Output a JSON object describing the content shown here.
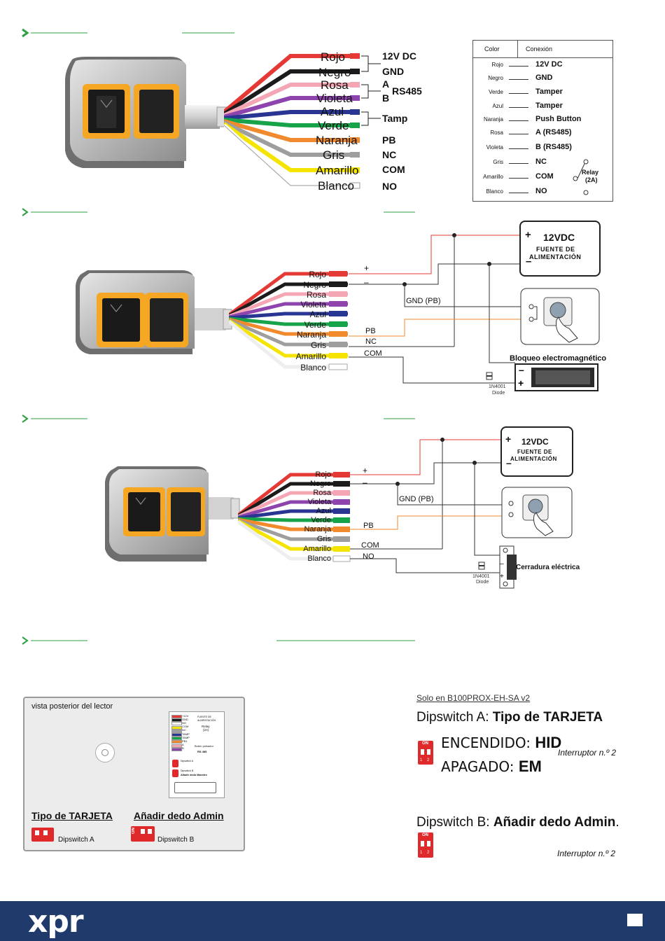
{
  "colors": {
    "accent_green": "#2ea043",
    "footer_blue": "#1f3a6b",
    "wire_red": "#e53935",
    "wire_black": "#1b1b1b",
    "wire_pink": "#f4a6b4",
    "wire_violet": "#8e44ad",
    "wire_blue": "#283593",
    "wire_green": "#16a34a",
    "wire_orange": "#f08a2c",
    "wire_gray": "#9e9e9e",
    "wire_yellow": "#f5e400",
    "wire_white": "#ffffff"
  },
  "diagram1": {
    "wires": [
      "Rojo",
      "Negro",
      "Rosa",
      "Violeta",
      "Azul",
      "Verde",
      "Naranja",
      "Gris",
      "Amarillo",
      "Blanco"
    ],
    "connections": [
      "12V DC",
      "GND",
      "A",
      "B",
      "RS485",
      "Tamp",
      "PB",
      "NC",
      "COM",
      "NO"
    ]
  },
  "table": {
    "col_color": "Color",
    "col_conn": "Conexión",
    "rows": [
      {
        "color": "Rojo",
        "conn": "12V DC"
      },
      {
        "color": "Negro",
        "conn": "GND"
      },
      {
        "color": "Verde",
        "conn": "Tamper"
      },
      {
        "color": "Azul",
        "conn": "Tamper"
      },
      {
        "color": "Naranja",
        "conn": "Push Button"
      },
      {
        "color": "Rosa",
        "conn": "A (RS485)"
      },
      {
        "color": "Violeta",
        "conn": "B (RS485)"
      },
      {
        "color": "Gris",
        "conn": "NC"
      },
      {
        "color": "Amarillo",
        "conn": "COM"
      },
      {
        "color": "Blanco",
        "conn": "NO"
      }
    ],
    "relay_label": "Relay",
    "relay_sub": "(2A)"
  },
  "diagram2": {
    "wires": [
      "Rojo",
      "Negro",
      "Rosa",
      "Violeta",
      "Azul",
      "Verde",
      "Naranja",
      "Gris",
      "Amarillo",
      "Blanco"
    ],
    "plus": "+",
    "minus": "–",
    "gnd_pb": "GND (PB)",
    "pb": "PB",
    "nc": "NC",
    "com": "COM",
    "psu_plus": "+",
    "psu_minus": "–",
    "psu_voltage": "12VDC",
    "psu_line1": "FUENTE DE",
    "psu_line2": "ALIMENTACIÓN",
    "lock_title": "Bloqueo electromagnético",
    "diode_line1": "1N4001",
    "diode_line2": "Diode"
  },
  "diagram3": {
    "wires": [
      "Rojo",
      "Negro",
      "Rosa",
      "Violeta",
      "Azul",
      "Verde",
      "Naranja",
      "Gris",
      "Amarillo",
      "Blanco"
    ],
    "plus": "+",
    "minus": "–",
    "gnd_pb": "GND (PB)",
    "pb": "PB",
    "com": "COM",
    "no": "NO",
    "psu_plus": "+",
    "psu_minus": "–",
    "psu_voltage": "12VDC",
    "psu_line1": "FUENTE DE",
    "psu_line2": "ALIMENTACIÓN",
    "lock_title": "Cerradura eléctrica",
    "diode_line1": "1N4001",
    "diode_line2": "Diode"
  },
  "rear": {
    "title": "vista posterior del lector",
    "card_type": "Tipo de TARJETA",
    "add_admin": "Añadir dedo Admin",
    "dip_a": "Dipswitch A",
    "dip_b": "Dipswitch B",
    "on": "ON",
    "label_relay": "Relay",
    "label_relay_sub": "(2A)",
    "label_rs485": "RS 485",
    "label_rows": [
      "+12V",
      "GND",
      "NO",
      "COM",
      "NC",
      "TAMP",
      "TAMP",
      "PB1",
      "A",
      "B"
    ],
    "label_psu": "FUENTE DE ALIMENTACIÓN",
    "label_pb": "Botón pulsador",
    "label_dip_a": "Dipswitch A",
    "label_dip_b": "Dipswitch B",
    "label_add": "Añadir dedo Maestro"
  },
  "dipinfo": {
    "only": "Solo en B100PROX-EH-SA v2",
    "a_prefix": "Dipswitch A: ",
    "a_bold": "Tipo de TARJETA",
    "on_prefix": "ENCENDIDO: ",
    "on_value": "HID",
    "off_prefix": "APAGADO: ",
    "off_value": "EM",
    "interruptor_a": "Interruptor n.º 2",
    "b_prefix": "Dipswitch B: ",
    "b_bold": "Añadir dedo Admin",
    "b_suffix": ".",
    "interruptor_b": "Interruptor n.º 2",
    "on": "ON",
    "n1": "1",
    "n2": "2"
  },
  "footer": {
    "logo": "xpr"
  }
}
